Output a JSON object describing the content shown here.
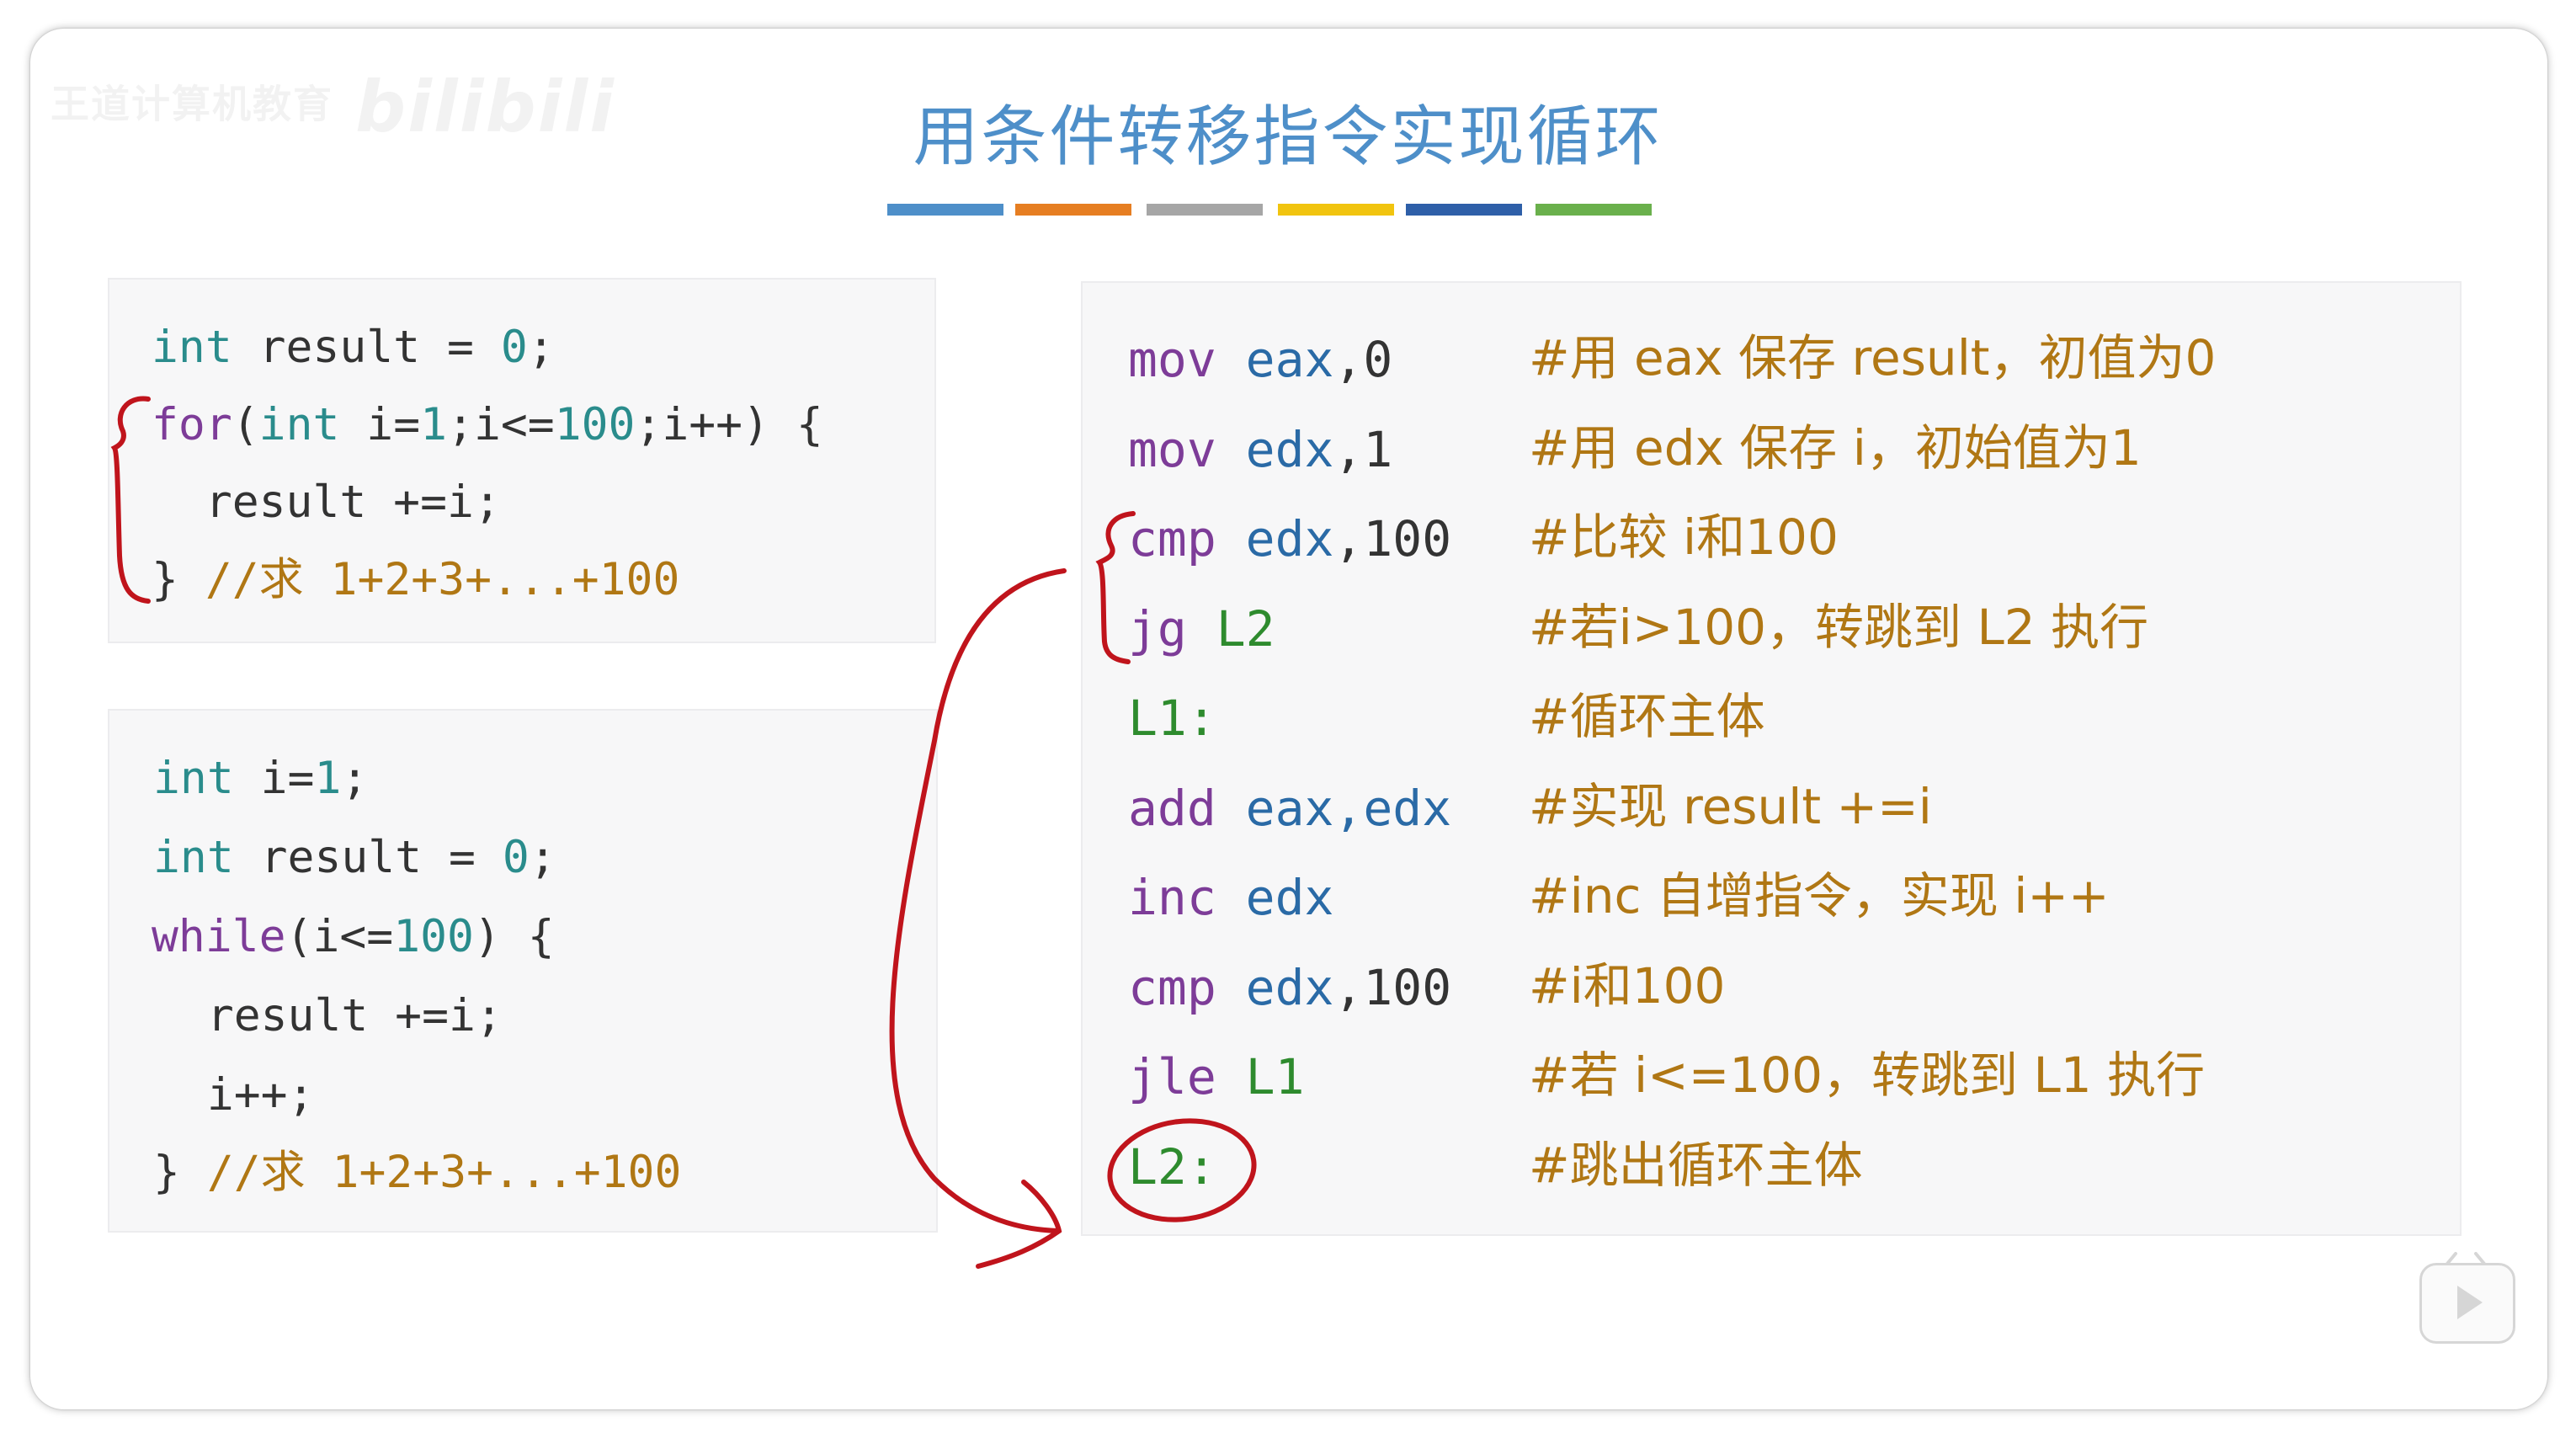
{
  "watermark": {
    "text": "王道计算机教育",
    "brand": "bilibili"
  },
  "title": "用条件转移指令实现循环",
  "color_bars": [
    "#4e8fc9",
    "#e67e22",
    "#a6a6a6",
    "#f1c40f",
    "#2e5fa8",
    "#6ab04c"
  ],
  "for_code": {
    "line1": {
      "type": "int",
      "rest": " result = ",
      "num": "0",
      "end": ";"
    },
    "line2": {
      "kw": "for",
      "p1": "(",
      "type": "int",
      "rest1": " i=",
      "n1": "1",
      "rest2": ";i<=",
      "n2": "100",
      "rest3": ";i++) {"
    },
    "line3": {
      "text": "  result +=i;"
    },
    "line4": {
      "brace": "} ",
      "comment": "//求 1+2+3+...+100"
    }
  },
  "while_code": {
    "line1": {
      "type": "int",
      "rest": " i=",
      "num": "1",
      "end": ";"
    },
    "line2": {
      "type": "int",
      "rest": " result = ",
      "num": "0",
      "end": ";"
    },
    "line3": {
      "kw": "while",
      "rest1": "(i<=",
      "num": "100",
      "rest2": ") {"
    },
    "line4": {
      "text": "  result +=i;"
    },
    "line5": {
      "text": "  i++;"
    },
    "line6": {
      "brace": "} ",
      "comment": "//求 1+2+3+...+100"
    }
  },
  "asm_code": [
    {
      "op": "mov",
      "args": [
        {
          "t": "reg",
          "v": " eax"
        },
        {
          "t": "plain",
          "v": ",0"
        }
      ],
      "comment": "#用 eax 保存 result，初值为0"
    },
    {
      "op": "mov",
      "args": [
        {
          "t": "reg",
          "v": " edx"
        },
        {
          "t": "plain",
          "v": ",1"
        }
      ],
      "comment": "#用 edx 保存 i，初始值为1"
    },
    {
      "op": "cmp",
      "args": [
        {
          "t": "reg",
          "v": " edx"
        },
        {
          "t": "plain",
          "v": ",100"
        }
      ],
      "comment": "#比较 i和100"
    },
    {
      "op": "jg",
      "args": [
        {
          "t": "lbl",
          "v": " L2"
        }
      ],
      "comment": "#若i>100，转跳到 L2 执行"
    },
    {
      "op": "",
      "label": "L1:",
      "args": [],
      "comment": "#循环主体"
    },
    {
      "op": "add",
      "args": [
        {
          "t": "reg",
          "v": " eax,edx"
        }
      ],
      "comment": "#实现 result +=i"
    },
    {
      "op": "inc",
      "args": [
        {
          "t": "reg",
          "v": " edx"
        }
      ],
      "comment": "#inc 自增指令，实现 i++"
    },
    {
      "op": "cmp",
      "args": [
        {
          "t": "reg",
          "v": " edx"
        },
        {
          "t": "plain",
          "v": ",100"
        }
      ],
      "comment": "#i和100"
    },
    {
      "op": "jle",
      "args": [
        {
          "t": "lbl",
          "v": " L1"
        }
      ],
      "comment": "#若 i<=100，转跳到 L1 执行"
    },
    {
      "op": "",
      "label": "L2:",
      "args": [],
      "comment": "#跳出循环主体"
    }
  ]
}
